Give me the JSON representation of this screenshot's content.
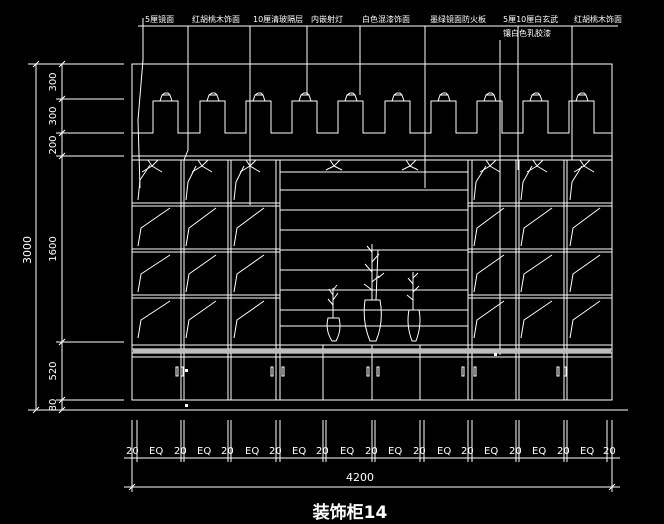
{
  "title": "装饰柜14",
  "annotations": [
    "5厘镜面",
    "红胡桃木饰面",
    "10厘清玻隔层",
    "内嵌射灯",
    "白色混漆饰面",
    "墨绿镜面防火板",
    "5厘10厘白玄武",
    "镶白色乳胶漆",
    "红胡桃木饰面"
  ],
  "vertical_dims": {
    "overall": "3000",
    "segments": [
      "300",
      "300",
      "200",
      "1600",
      "520",
      "80"
    ]
  },
  "bottom_dims": {
    "segments": [
      "20",
      "EQ",
      "20",
      "EQ",
      "20",
      "EQ",
      "20",
      "EQ",
      "20",
      "EQ",
      "20",
      "EQ",
      "20",
      "EQ",
      "20",
      "EQ",
      "20",
      "EQ",
      "20",
      "EQ",
      "20"
    ],
    "overall": "4200"
  },
  "colors": {
    "background": "#000000",
    "lines": "#ffffff",
    "shelf_band": "#bdbdbd"
  }
}
